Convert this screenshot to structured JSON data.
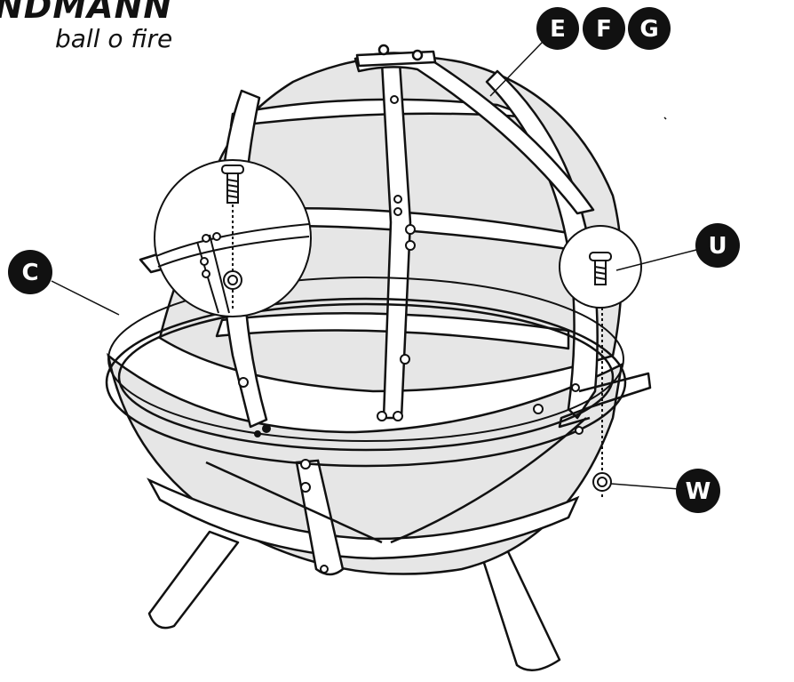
{
  "brand": {
    "name": "NDMANN",
    "product": "ball o fire"
  },
  "callouts": {
    "E": "E",
    "F": "F",
    "G": "G",
    "C": "C",
    "U": "U",
    "W": "W"
  },
  "colors": {
    "line": "#111111",
    "mesh_fill": "#e6e6e6",
    "badge": "#111111",
    "background": "#ffffff"
  }
}
